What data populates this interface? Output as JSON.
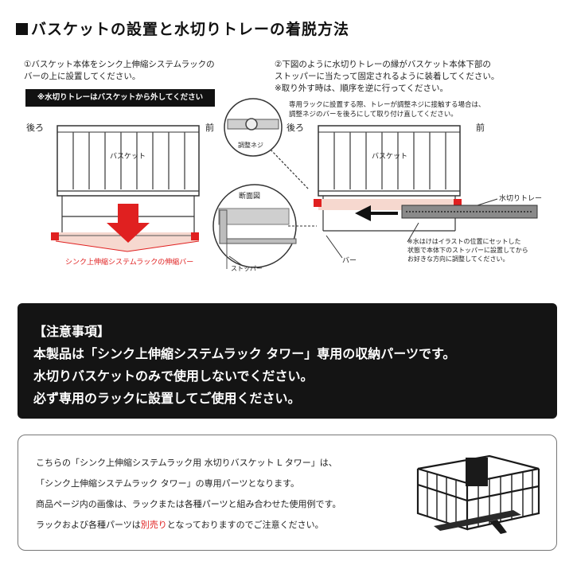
{
  "title": "バスケットの設置と水切りトレーの着脱方法",
  "step1": {
    "line1": "①バスケット本体をシンク上伸縮システムラックの",
    "line2": "バーの上に設置してください。",
    "warning": "※水切りトレーはバスケットから外してください"
  },
  "step2": {
    "line1": "②下図のように水切りトレーの縁がバスケット本体下部の",
    "line2": "ストッパーに当たって固定されるように装着してください。",
    "line3": "※取り外す時は、順序を逆に行ってください。",
    "note1": "専用ラックに設置する際、トレーが調整ネジに接触する場合は、",
    "note2": "調整ネジのバーを後ろにして取り付け直してください。"
  },
  "diagram1": {
    "back": "後ろ",
    "front": "前",
    "basket": "バスケット",
    "bar_label": "シンク上伸縮システムラックの伸縮バー"
  },
  "detail": {
    "screw": "調整ネジ",
    "section": "断面図",
    "stopper": "ストッパー"
  },
  "diagram2": {
    "back": "後ろ",
    "front": "前",
    "basket": "バスケット",
    "tray": "水切りトレー",
    "bar": "バー",
    "note1": "※水はけはイラストの位置にセットした",
    "note2": "状態で本体下のストッパーに設置してから",
    "note3": "お好きな方向に調整してください。"
  },
  "notice": {
    "heading": "【注意事項】",
    "line1": "本製品は「シンク上伸縮システムラック タワー」専用の収納パーツです。",
    "line2": "水切りバスケットのみで使用しないでください。",
    "line3": "必ず専用のラックに設置してご使用ください。"
  },
  "info": {
    "line1": "こちらの「シンク上伸縮システムラック用 水切りバスケット L タワー」は、",
    "line2": "「シンク上伸縮システムラック タワー」の専用パーツとなります。",
    "line3": "商品ページ内の画像は、ラックまたは各種パーツと組み合わせた使用例です。",
    "line4_pre": "ラックおよび各種パーツは",
    "line4_red": "別売り",
    "line4_post": "となっておりますのでご注意ください。"
  },
  "colors": {
    "accent_red": "#e02020",
    "pink_fill": "#f6d8cf",
    "dark": "#141414"
  }
}
